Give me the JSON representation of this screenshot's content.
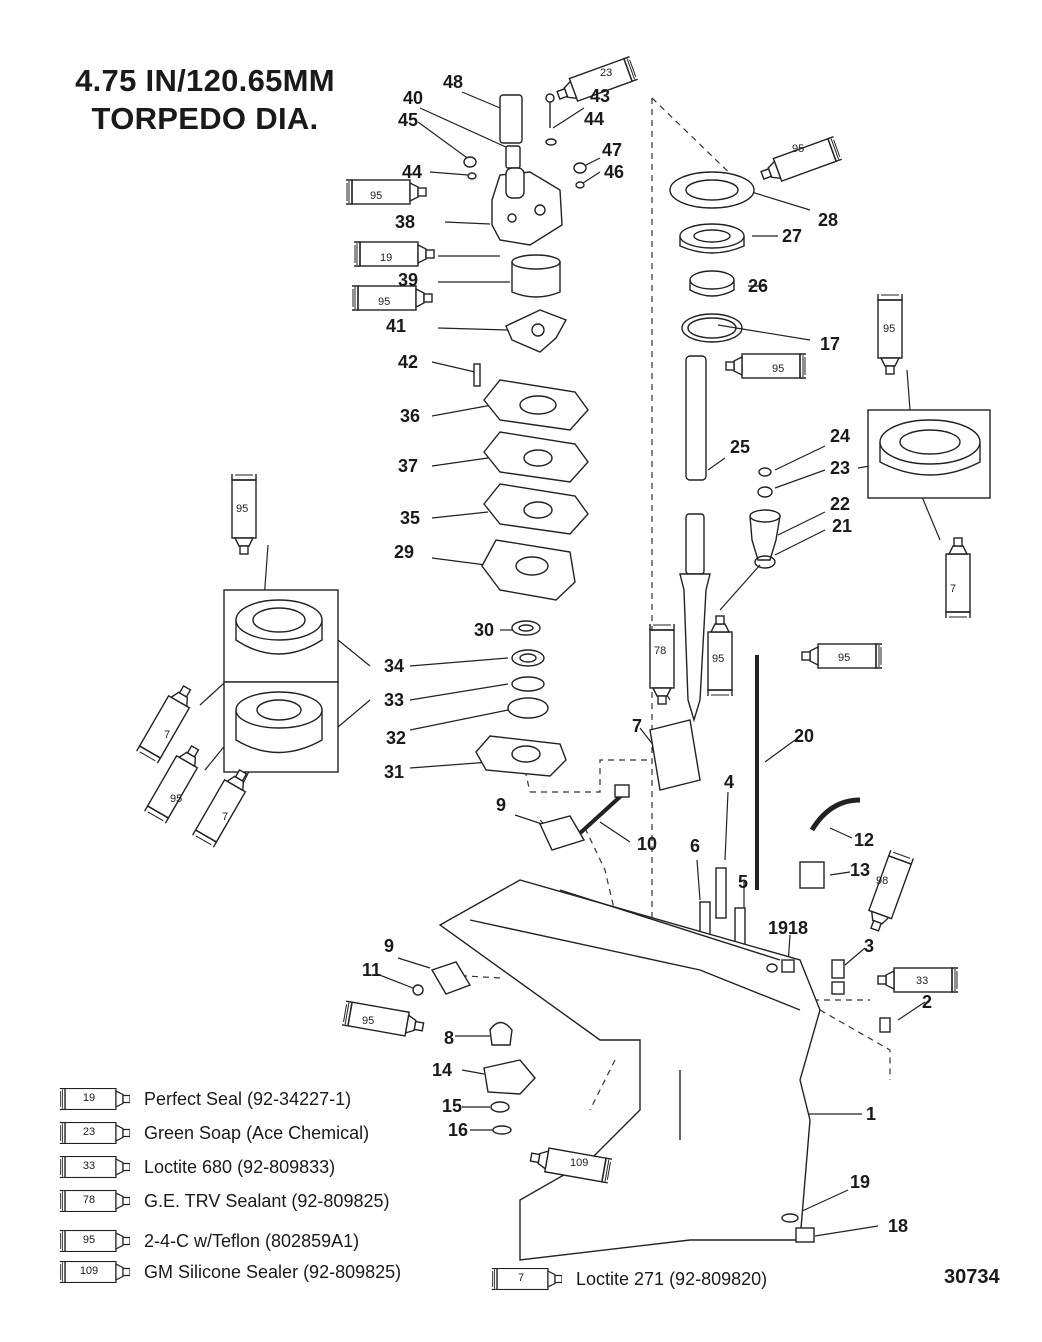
{
  "title": {
    "line1": "4.75 IN/120.65MM",
    "line2": "TORPEDO DIA."
  },
  "document_number": "30734",
  "callouts": [
    "48",
    "40",
    "43",
    "45",
    "44",
    "44",
    "47",
    "46",
    "38",
    "39",
    "41",
    "42",
    "36",
    "37",
    "35",
    "29",
    "30",
    "34",
    "33",
    "32",
    "31",
    "28",
    "27",
    "26",
    "17",
    "25",
    "24",
    "23",
    "22",
    "21",
    "20",
    "7",
    "4",
    "9",
    "10",
    "6",
    "5",
    "12",
    "13",
    "1918",
    "3",
    "9",
    "11",
    "8",
    "2",
    "14",
    "15",
    "16",
    "1",
    "19",
    "18"
  ],
  "sealant_tube_labels": [
    "23",
    "95",
    "19",
    "95",
    "95",
    "95",
    "95",
    "78",
    "95",
    "95",
    "95",
    "7",
    "7",
    "95",
    "7",
    "98",
    "33",
    "95",
    "109"
  ],
  "legend": [
    {
      "tube": "19",
      "text": "Perfect Seal (92-34227-1)"
    },
    {
      "tube": "23",
      "text": "Green Soap (Ace Chemical)"
    },
    {
      "tube": "33",
      "text": "Loctite 680 (92-809833)"
    },
    {
      "tube": "78",
      "text": "G.E. TRV Sealant (92-809825)"
    },
    {
      "tube": "95",
      "text": "2-4-C w/Teflon (802859A1)"
    },
    {
      "tube": "109",
      "text": "GM Silicone Sealer (92-809825)"
    },
    {
      "tube": "7",
      "text": "Loctite 271 (92-809820)"
    }
  ]
}
